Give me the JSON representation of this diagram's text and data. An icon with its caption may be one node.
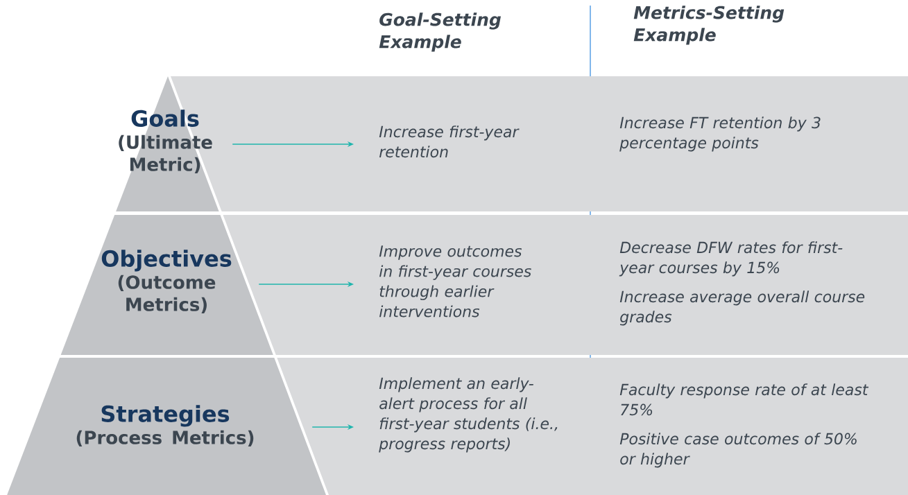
{
  "diagram": {
    "nodes": [
      {
        "text": [
          "Goals",
          "(Ultimate Metric)"
        ]
      },
      {
        "text": [
          "Increase FT retention by 3 percentage points"
        ]
      },
      {
        "text": [
          "Increase first-year retention"
        ],
        "in": 1
      },
      {
        "text": [
          "Objectives",
          "(Outcome Metrics)"
        ]
      },
      {
        "text": [
          "Decrease DFW rates for first-year courses by 15%",
          "Increase average overall course grades"
        ]
      },
      {
        "text": [
          "Improve outcomes in first-year courses through earlier interventions"
        ],
        "in": 4
      },
      {
        "text": [
          "Strategies",
          "(Process Metrics)"
        ]
      },
      {
        "text": [
          "Faculty response rate of at least 75%",
          "Positive case outcomes of 50% or higher"
        ]
      },
      {
        "text": [
          "Implement an early-alert process for all first-year students (i.e., progress reports)"
        ],
        "in": 7
      }
    ],
    "edges": [
      {
        "from": 0,
        "to": 2,
        "arrow": "to"
      },
      {
        "from": 3,
        "to": 5,
        "arrow": "to"
      },
      {
        "from": 6,
        "to": 8,
        "arrow": "to"
      }
    ],
    "labels": [
      "Goal-Setting Example",
      "Metrics-Setting Example"
    ]
  }
}
